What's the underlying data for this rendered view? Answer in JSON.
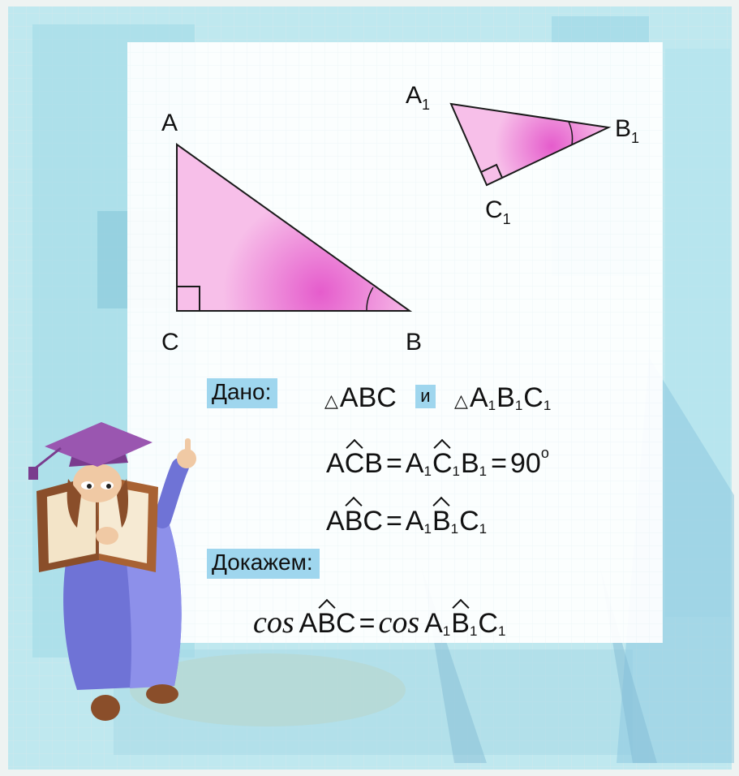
{
  "figure": {
    "big_triangle": {
      "vertices": [
        "A",
        "B",
        "C"
      ]
    },
    "small_triangle": {
      "vertices": [
        "A",
        "B",
        "C"
      ],
      "subscript": "1"
    }
  },
  "given": {
    "label": "Дано:",
    "connector": "и",
    "triangle_1": "ABC",
    "triangle_2": [
      "A",
      "B",
      "C"
    ],
    "subscript": "1",
    "degree_value": "90",
    "degree_sign": "o"
  },
  "prove": {
    "label": "Докажем:",
    "fn": "cos"
  },
  "colors": {
    "triangle_fill": "#f7bfe9",
    "triangle_highlight": "#e55ccc",
    "tag_bg": "#9fd6ee",
    "panel": "#ffffff",
    "backdrop": "#a9e0ea"
  },
  "icons": [
    "professor-character-icon"
  ]
}
